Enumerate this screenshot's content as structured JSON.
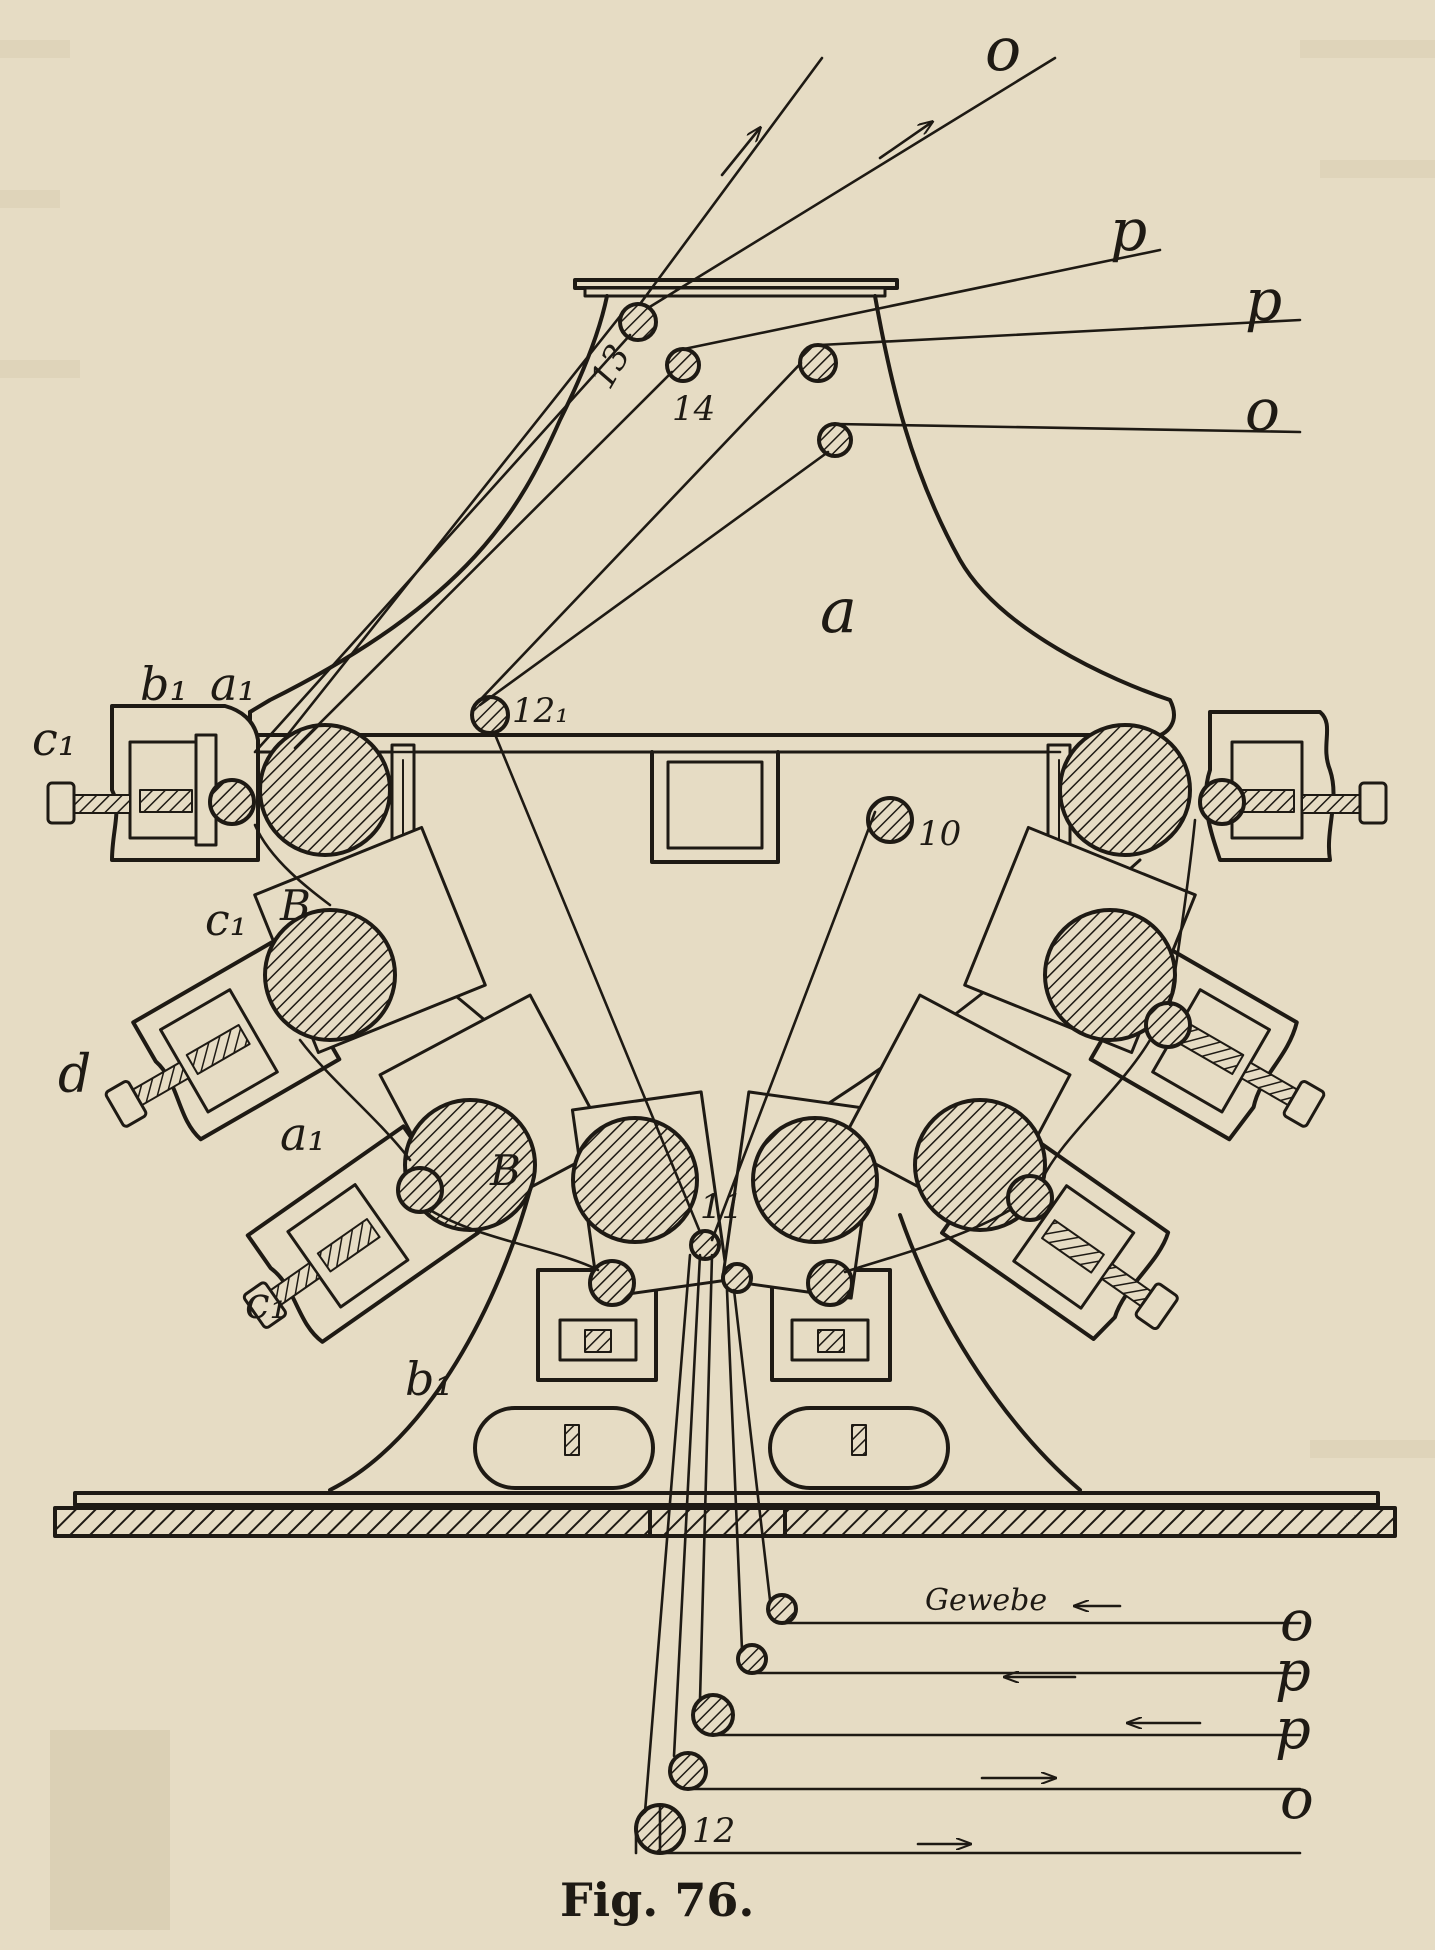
{
  "colors": {
    "paper": "#e6dcc4",
    "ink": "#1e1a14",
    "bleed": "#cfc3a6"
  },
  "labels": {
    "o": "o",
    "p": "p",
    "a": "a",
    "a1": "a₁",
    "b1": "b₁",
    "c1": "c₁",
    "d": "d",
    "B": "B",
    "gewebe": "Gewebe"
  },
  "rollers": {
    "r10": "10",
    "r11": "11",
    "r12": "12",
    "r12_1": "12₁",
    "r13": "13",
    "r14": "14"
  },
  "caption": "Fig. 76."
}
